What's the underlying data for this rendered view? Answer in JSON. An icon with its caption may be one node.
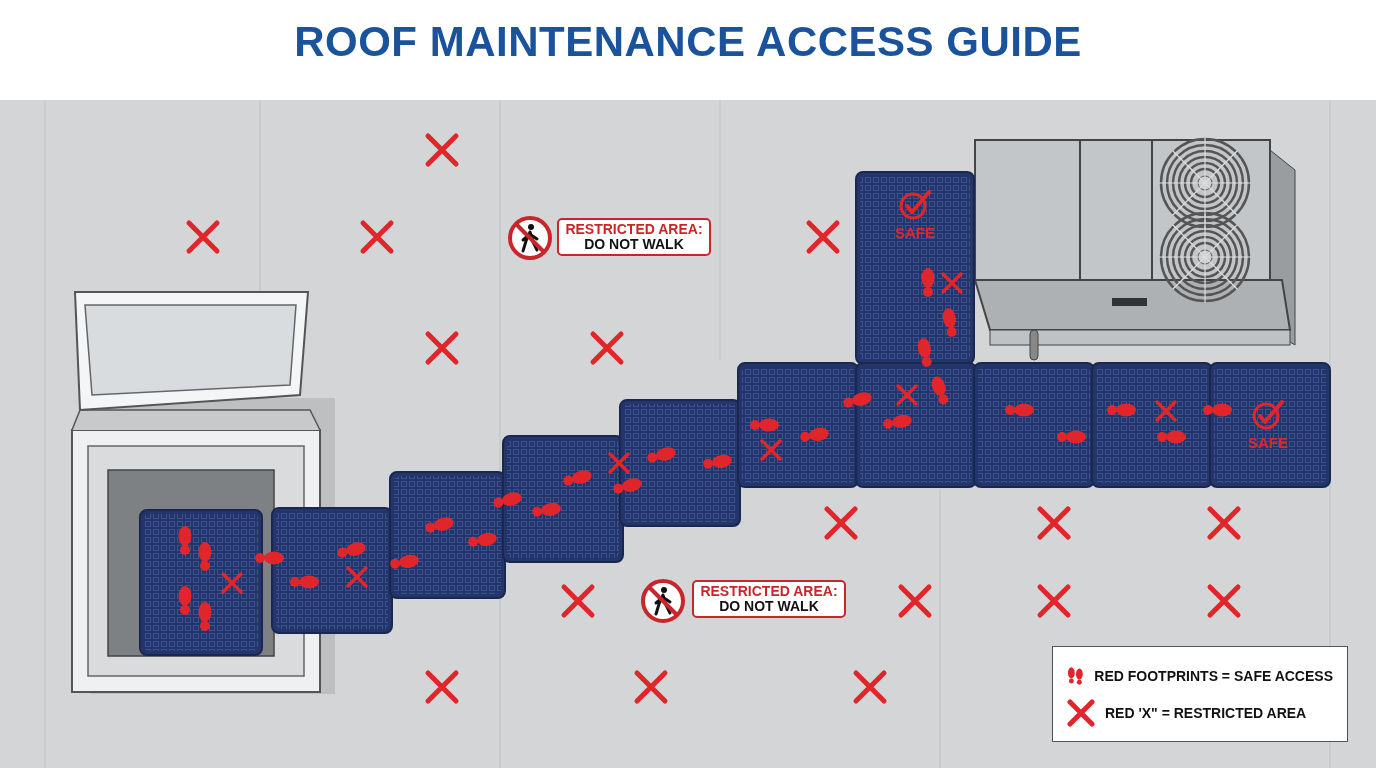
{
  "diagram": {
    "title": "ROOF MAINTENANCE ACCESS GUIDE",
    "nodes": [
      {
        "text": [
          "RESTRICTED AREA:",
          "DO NOT WALK"
        ]
      },
      {
        "text": [
          "RESTRICTED AREA:",
          "DO NOT WALK"
        ]
      }
    ],
    "labels": [
      "SAFE",
      "SAFE"
    ],
    "legend": [
      {
        "text": "RED FOOTPRINTS = SAFE ACCESS"
      },
      {
        "text": "RED 'X\" = RESTRICTED AREA"
      }
    ]
  }
}
